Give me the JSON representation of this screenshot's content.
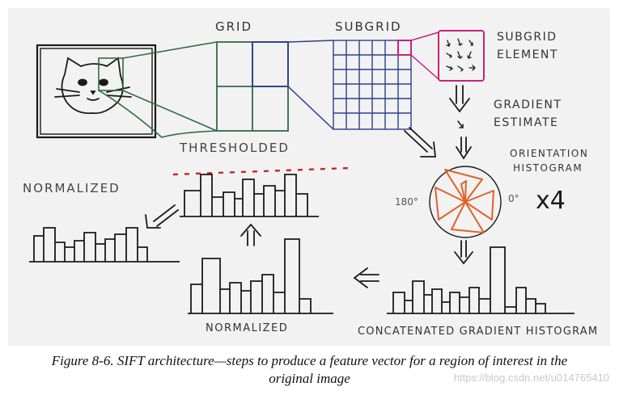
{
  "labels": {
    "grid": "GRID",
    "subgrid": "SUBGRID",
    "subgrid_element": "SUBGRID ELEMENT",
    "gradient_estimate": "GRADIENT ESTIMATE",
    "thresholded": "THRESHOLDED",
    "orientation_histogram": "ORIENTATION HISTOGRAM",
    "angle_180": "180°",
    "angle_0": "0°",
    "times_four": "x4",
    "normalized_top": "NORMALIZED",
    "normalized_bottom": "NORMALIZED",
    "concatenated": "CONCATENATED GRADIENT HISTOGRAM"
  },
  "caption": {
    "line1": "Figure 8-6. SIFT architecture—steps to produce a feature vector for a region of interest in the",
    "line2": "original image"
  },
  "watermark": "https://blog.csdn.net/u014765410",
  "colors": {
    "background": "#f2f2f2",
    "ink": "#1a1a1a",
    "grid_green": "#2e6b4a",
    "subgrid_blue": "#2b3f8e",
    "element_pink": "#cc1f7a",
    "histogram_orange": "#e0622a",
    "threshold_red": "#c62828"
  },
  "icons": [
    "cat-image-icon",
    "gradient-arrows-icon",
    "down-arrow-icon",
    "left-arrow-icon",
    "up-arrow-icon"
  ]
}
